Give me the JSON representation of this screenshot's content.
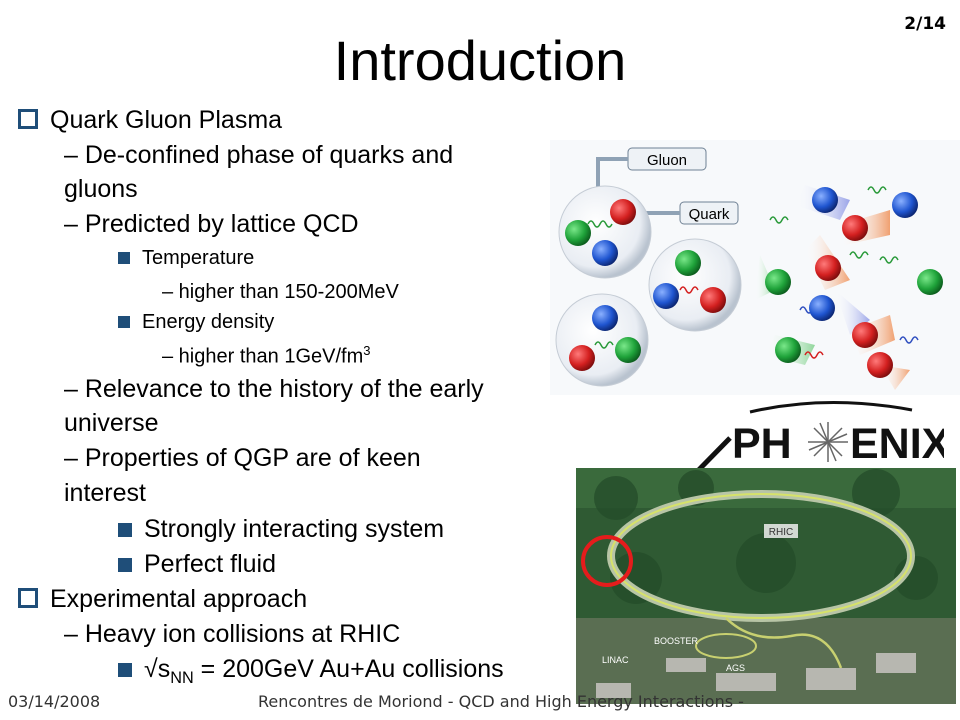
{
  "slide": {
    "title": "Introduction",
    "page_number": "2/14",
    "footer_date": "03/14/2008",
    "footer_conference": "Rencontres de Moriond - QCD and High Energy Interactions -"
  },
  "bullets": {
    "b1": "Quark Gluon Plasma",
    "b1_1a": "– De-confined phase of quarks and",
    "b1_1b": "gluons",
    "b1_2": "– Predicted by lattice QCD",
    "b1_2_1": "Temperature",
    "b1_2_1_1": "– higher than 150-200MeV",
    "b1_2_2": "Energy density",
    "b1_2_2_1": "– higher than 1GeV/fm",
    "b1_2_2_1_sup": "3",
    "b1_3a": "– Relevance to the history of the early",
    "b1_3b": "universe",
    "b1_4a": "– Properties of QGP are of keen",
    "b1_4b": "interest",
    "b1_4_1": "Strongly interacting system",
    "b1_4_2": "Perfect fluid",
    "b2": "Experimental approach",
    "b2_1": "– Heavy ion collisions at RHIC",
    "b2_1_1_pre": "√s",
    "b2_1_1_sub": "NN",
    "b2_1_1_post": " = 200GeV Au+Au collisions"
  },
  "figure": {
    "gluon_label": "Gluon",
    "quark_label": "Quark",
    "phenix_left": "PH",
    "phenix_right": "ENIX",
    "rhic_label": "RHIC",
    "booster_label": "BOOSTER",
    "linac_label": "LINAC",
    "ags_label": "AGS"
  },
  "colors": {
    "bullet": "#1F4E79",
    "quark_red": "#d42020",
    "quark_green": "#1fa33a",
    "quark_blue": "#1f55d0",
    "highlight_circle": "#e51c1c"
  }
}
